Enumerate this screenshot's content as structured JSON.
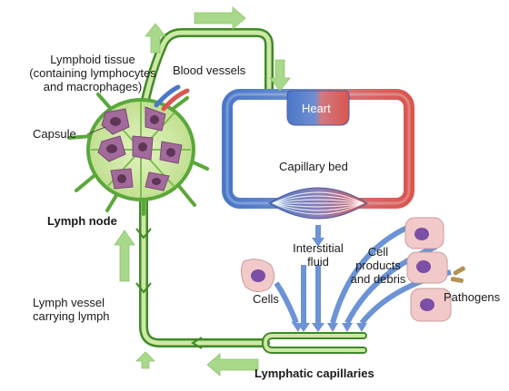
{
  "labels": {
    "lymphoid_tissue": "Lymphoid tissue",
    "containing_1": "(containing lymphocytes",
    "containing_2": "and macrophages)",
    "blood_vessels": "Blood vessels",
    "capsule": "Capsule",
    "heart": "Heart",
    "capillary_bed": "Capillary bed",
    "lymph_node": "Lymph node",
    "interstitial_1": "Interstitial",
    "interstitial_2": "fluid",
    "cell_products_1": "Cell",
    "cell_products_2": "products",
    "cell_products_3": "and debris",
    "cells": "Cells",
    "pathogens": "Pathogens",
    "lymph_vessel_1": "Lymph vessel",
    "lymph_vessel_2": "carrying lymph",
    "lymphatic_capillaries": "Lymphatic capillaries"
  },
  "colors": {
    "lymph_green": "#5aa73a",
    "lymph_light": "#c9e6a0",
    "arrow_green": "#a8d88a",
    "blood_blue": "#4a78c8",
    "blood_red": "#d9564f",
    "fluid_blue": "#6b93d6",
    "tissue_purple": "#8a5a86",
    "cell_pink": "#f2c9c9"
  }
}
